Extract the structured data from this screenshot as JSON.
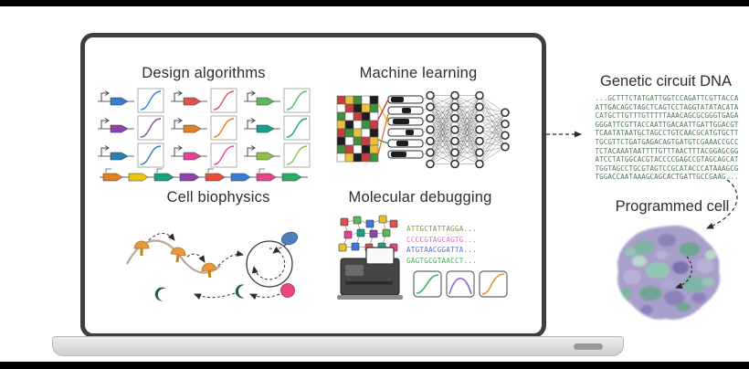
{
  "laptop_panels": [
    {
      "id": "design-algorithms",
      "title": "Design algorithms"
    },
    {
      "id": "machine-learning",
      "title": "Machine learning"
    },
    {
      "id": "cell-biophysics",
      "title": "Cell biophysics"
    },
    {
      "id": "molecular-debugging",
      "title": "Molecular debugging"
    }
  ],
  "sequencing_reads": [
    {
      "text": "ATTGCTATTAGGA...",
      "color": "#7a9a3c"
    },
    {
      "text": "CCCCGTAGCAGTG...",
      "color": "#e06fc4"
    },
    {
      "text": "ATGTAACGGATTA...",
      "color": "#5a6fd8"
    },
    {
      "text": "GAGTGCGTAACCT...",
      "color": "#3fae5f"
    }
  ],
  "right_column": {
    "dna_title": "Genetic circuit DNA",
    "dna_lines": [
      "...GCTTTCTATGATTGGTCCAGATTCGTTACCA",
      "ATTGACAGCTAGCTCAGTCCTAGGTATATACATA",
      "CATGCTTGTTTGTTTTTAAACAGCGCGGGTGAGA",
      "GGGATTCGTTACCAATTGACAATTGATTGGACGT",
      "TCAATATAATGCTAGCCTGTCAACGCATGTGCTT",
      "TGCGTTCTGATGAGACAGTGATGTCGAAACCGCC",
      "TCTACAAATAATTTTGTTTAACTTTACGGAGCGG",
      "ATCCTATGGCACGTACCCCGAGCCGTAGCAGCAT",
      "TGGTAGCCTGCGTAGTCCGCATACCCATAAAGCG",
      "TGGACCAATAAAGCAGCACTGATTGCCGAAG..."
    ],
    "dna_text_color": "#50795b",
    "cell_title": "Programmed cell"
  },
  "colors": {
    "laptop_frame": "#3f3f3f",
    "arrow": "#2b2b2b"
  },
  "palettes": {
    "circuit_glyphs": [
      "#3a7bd5",
      "#d9534f",
      "#5cb85c",
      "#8e44ad",
      "#e67e22",
      "#16a085",
      "#2980b9",
      "#e84393",
      "#8bc34a"
    ],
    "construct_arrows": [
      "#e67e22",
      "#f1c40f",
      "#16a085",
      "#8e44ad",
      "#e74c3c",
      "#3a7bd5",
      "#e84393",
      "#27ae60"
    ],
    "heatmap": [
      "#c63d3d",
      "#e8c23a",
      "#3f8f3f",
      "#ffffff",
      "#1e1e1e"
    ]
  }
}
